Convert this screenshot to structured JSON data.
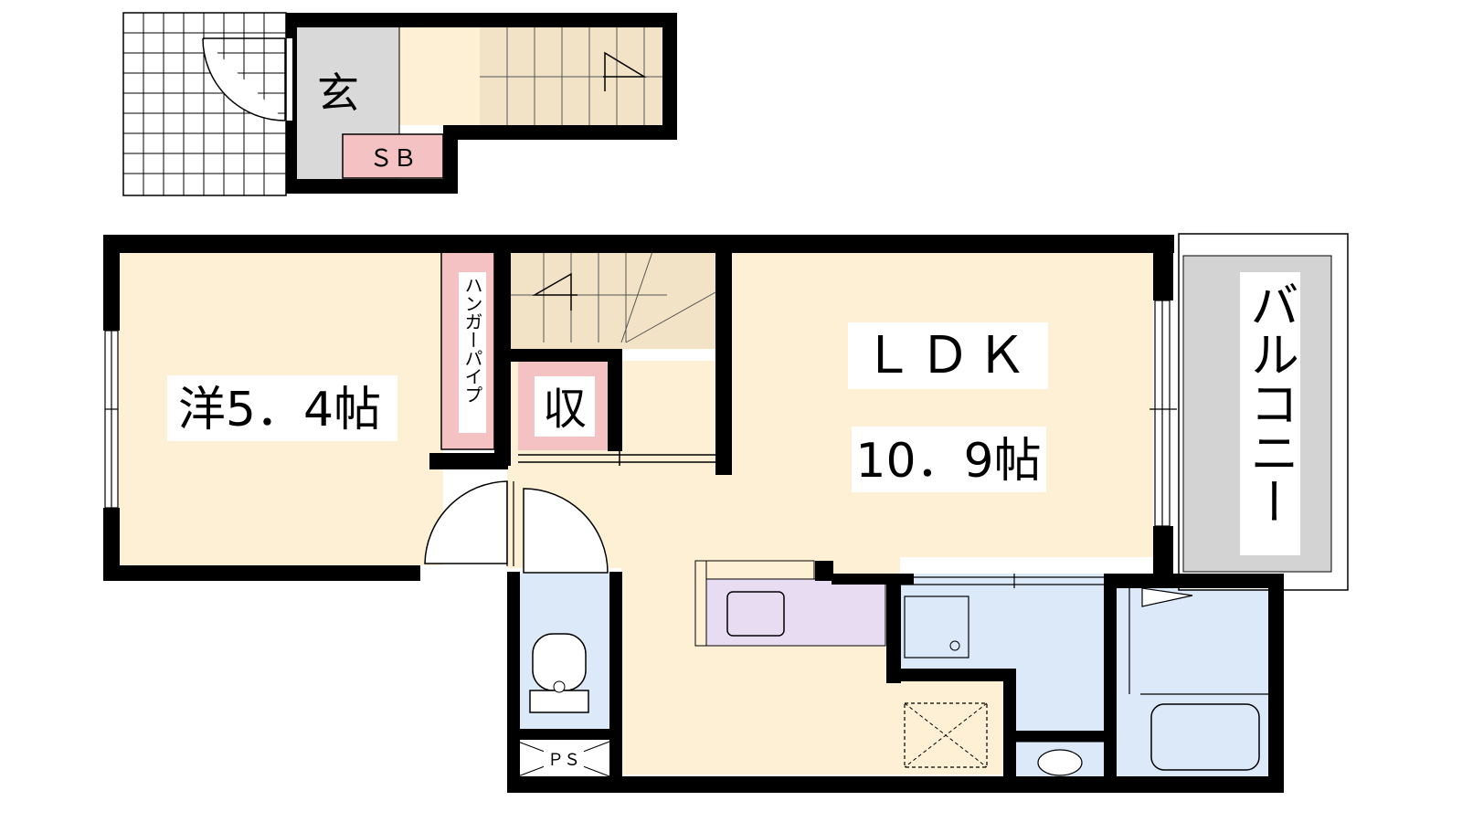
{
  "labels": {
    "entrance": "玄",
    "shoe_box": "ＳＢ",
    "western_room": "洋5．4帖",
    "hanger_pipe": "ハンガーパイプ",
    "storage": "収",
    "ldk": "ＬＤＫ",
    "ldk_size": "10．9帖",
    "balcony": "バルコニー",
    "pipe_space": "ＰＳ"
  },
  "colors": {
    "floor": "#fdf0d5",
    "wall": "#000000",
    "stairs": "#f2e2c6",
    "entrance": "#d9d9d9",
    "pink": "#f4c2c2",
    "water": "#dbe9f9",
    "kitchen": "#e8dcf2",
    "balcony": "#d3d3d3"
  }
}
